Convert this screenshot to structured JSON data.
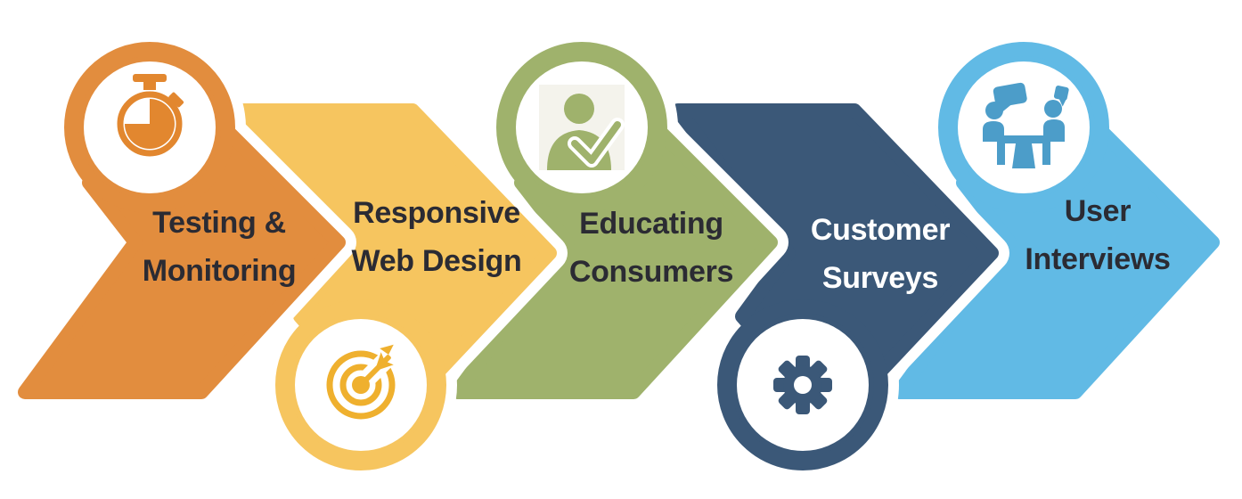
{
  "diagram": {
    "background_color": "#FFFFFF",
    "steps": [
      {
        "id": "testing-monitoring",
        "lines": [
          "Testing &",
          "Monitoring"
        ],
        "color": "#E28D3E",
        "icon": "stopwatch-icon",
        "icon_color": "#E2872F",
        "circle_position": "top",
        "text_color": "#2B2B33"
      },
      {
        "id": "responsive-web-design",
        "lines": [
          "Responsive",
          "Web Design"
        ],
        "color": "#F6C55F",
        "icon": "target-icon",
        "icon_color": "#EFB02E",
        "circle_position": "bottom",
        "text_color": "#2B2B33"
      },
      {
        "id": "educating-consumers",
        "lines": [
          "Educating",
          "Consumers"
        ],
        "color": "#9FB26C",
        "icon": "person-check-icon",
        "icon_color": "#9FB26C",
        "circle_position": "top",
        "text_color": "#2B2B33"
      },
      {
        "id": "customer-surveys",
        "lines": [
          "Customer",
          "Surveys"
        ],
        "color": "#3B5878",
        "icon": "gear-icon",
        "icon_color": "#3B5878",
        "circle_position": "bottom",
        "text_color": "#FFFFFF"
      },
      {
        "id": "user-interviews",
        "lines": [
          "User",
          "Interviews"
        ],
        "color": "#61BAE5",
        "icon": "interview-icon",
        "icon_color": "#4C9DC9",
        "circle_position": "top",
        "text_color": "#2B2B33"
      }
    ]
  }
}
